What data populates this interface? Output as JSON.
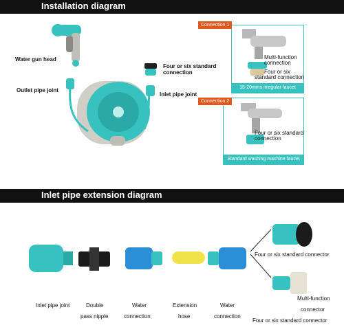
{
  "section1": {
    "title": "Installation diagram",
    "labels": {
      "water_gun_head": "Water gun head",
      "outlet_pipe_joint": "Outlet pipe joint",
      "standard_connection": [
        "Four or six standard",
        "connection"
      ],
      "inlet_pipe_joint": "Inlet pipe joint"
    },
    "connection1": {
      "tag": "Connection 1",
      "multi_function": [
        "Multi-function",
        "connection"
      ],
      "standard": [
        "Four or six",
        "standard connection"
      ],
      "caption": "15-20mms irregular faucet"
    },
    "connection2": {
      "tag": "Connection 2",
      "standard": [
        "Four or six standard",
        "connection"
      ],
      "caption": "Standard washing machine faucet"
    }
  },
  "section2": {
    "title": "Inlet pipe extension diagram",
    "parts": [
      {
        "lines": [
          "Inlet pipe joint"
        ]
      },
      {
        "lines": [
          "Double",
          "pass nipple"
        ]
      },
      {
        "lines": [
          "Water",
          "connection"
        ]
      },
      {
        "lines": [
          "Extension",
          "hose"
        ]
      },
      {
        "lines": [
          "Water",
          "connection"
        ]
      }
    ],
    "right_labels": {
      "standard_connector_1": "Four or six standard connector",
      "multi_function_connector": [
        "Multi-function",
        "connector"
      ],
      "standard_connector_2": "Four or six standard connector"
    }
  },
  "colors": {
    "teal": "#37c2c0",
    "reel_grey": "#cfcfc6",
    "black_band": "#111111",
    "orange_tag": "#e2561f",
    "hose_yellow": "#f2e24a",
    "blue_coupler": "#2a8fd6"
  }
}
